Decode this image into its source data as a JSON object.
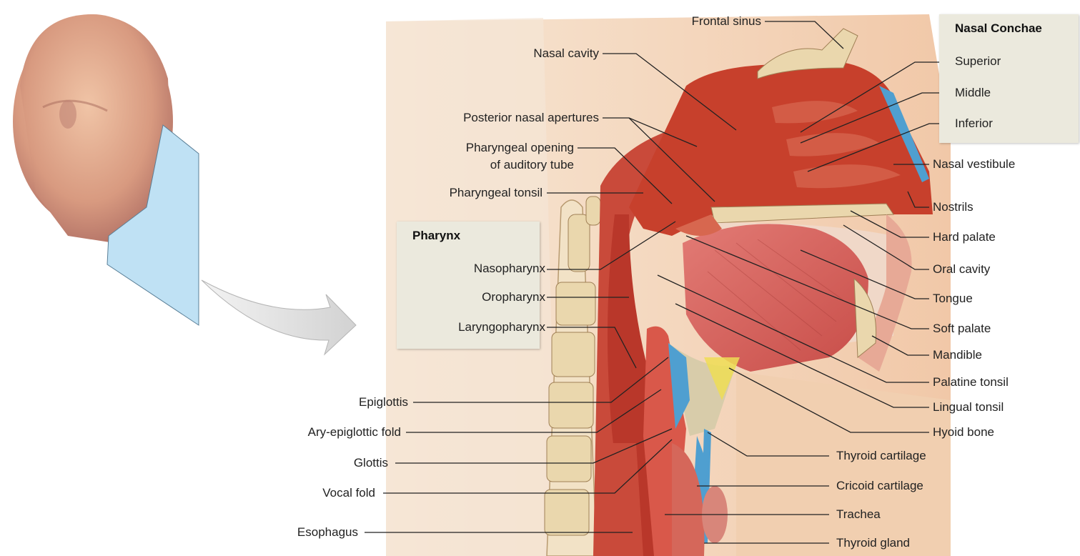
{
  "diagram": {
    "boxes": {
      "nasal_conchae": {
        "title": "Nasal Conchae",
        "items": [
          "Superior",
          "Middle",
          "Inferior"
        ]
      },
      "pharynx": {
        "title": "Pharynx",
        "items": [
          "Nasopharynx",
          "Oropharynx",
          "Laryngopharynx"
        ]
      }
    },
    "labels_left": [
      "Frontal sinus",
      "Nasal cavity",
      "Posterior nasal apertures",
      "Pharyngeal opening",
      "of auditory tube",
      "Pharyngeal tonsil",
      "Epiglottis",
      "Ary-epiglottic fold",
      "Glottis",
      "Vocal fold",
      "Esophagus"
    ],
    "labels_right": [
      "Nasal vestibule",
      "Nostrils",
      "Hard palate",
      "Oral cavity",
      "Tongue",
      "Soft palate",
      "Mandible",
      "Palatine tonsil",
      "Lingual tonsil",
      "Hyoid bone",
      "Thyroid cartilage",
      "Cricoid cartilage",
      "Trachea",
      "Thyroid gland"
    ],
    "colors": {
      "tissue": "#c7402c",
      "muscle": "#d9695f",
      "skin": "#f3d2b2",
      "bone": "#ead7ad",
      "cartilage": "#4f9fd0",
      "plane": "#bfe1f4",
      "box": "#ebe9dd"
    }
  }
}
